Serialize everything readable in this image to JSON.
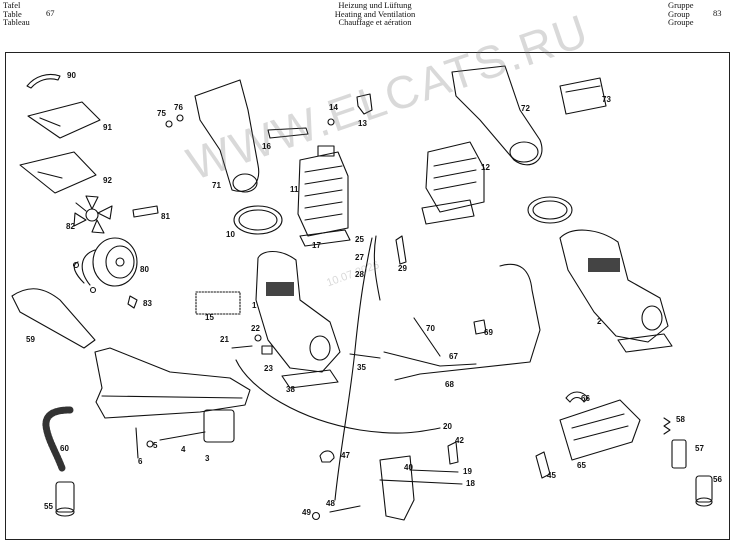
{
  "header": {
    "left_labels": [
      "Tafel",
      "Table",
      "Tableau"
    ],
    "table_number": "67",
    "center_titles": [
      "Heizung und Lüftung",
      "Heating and Ventilation",
      "Chauffage et aération"
    ],
    "right_labels": [
      "Gruppe",
      "Group",
      "Groupe"
    ],
    "group_number": "83"
  },
  "watermark": {
    "site": "WWW.ELCATS.RU",
    "date": "10.07.2026"
  },
  "part_numbers": [
    "90",
    "91",
    "92",
    "82",
    "81",
    "80",
    "83",
    "59",
    "60",
    "55",
    "75",
    "76",
    "71",
    "10",
    "16",
    "14",
    "13",
    "11",
    "17",
    "25",
    "27",
    "28",
    "29",
    "15",
    "1",
    "21",
    "22",
    "23",
    "38",
    "35",
    "70",
    "69",
    "67",
    "68",
    "72",
    "73",
    "12",
    "2",
    "66",
    "65",
    "58",
    "57",
    "56",
    "45",
    "20",
    "42",
    "19",
    "18",
    "40",
    "47",
    "48",
    "49",
    "3",
    "4",
    "5",
    "6"
  ]
}
